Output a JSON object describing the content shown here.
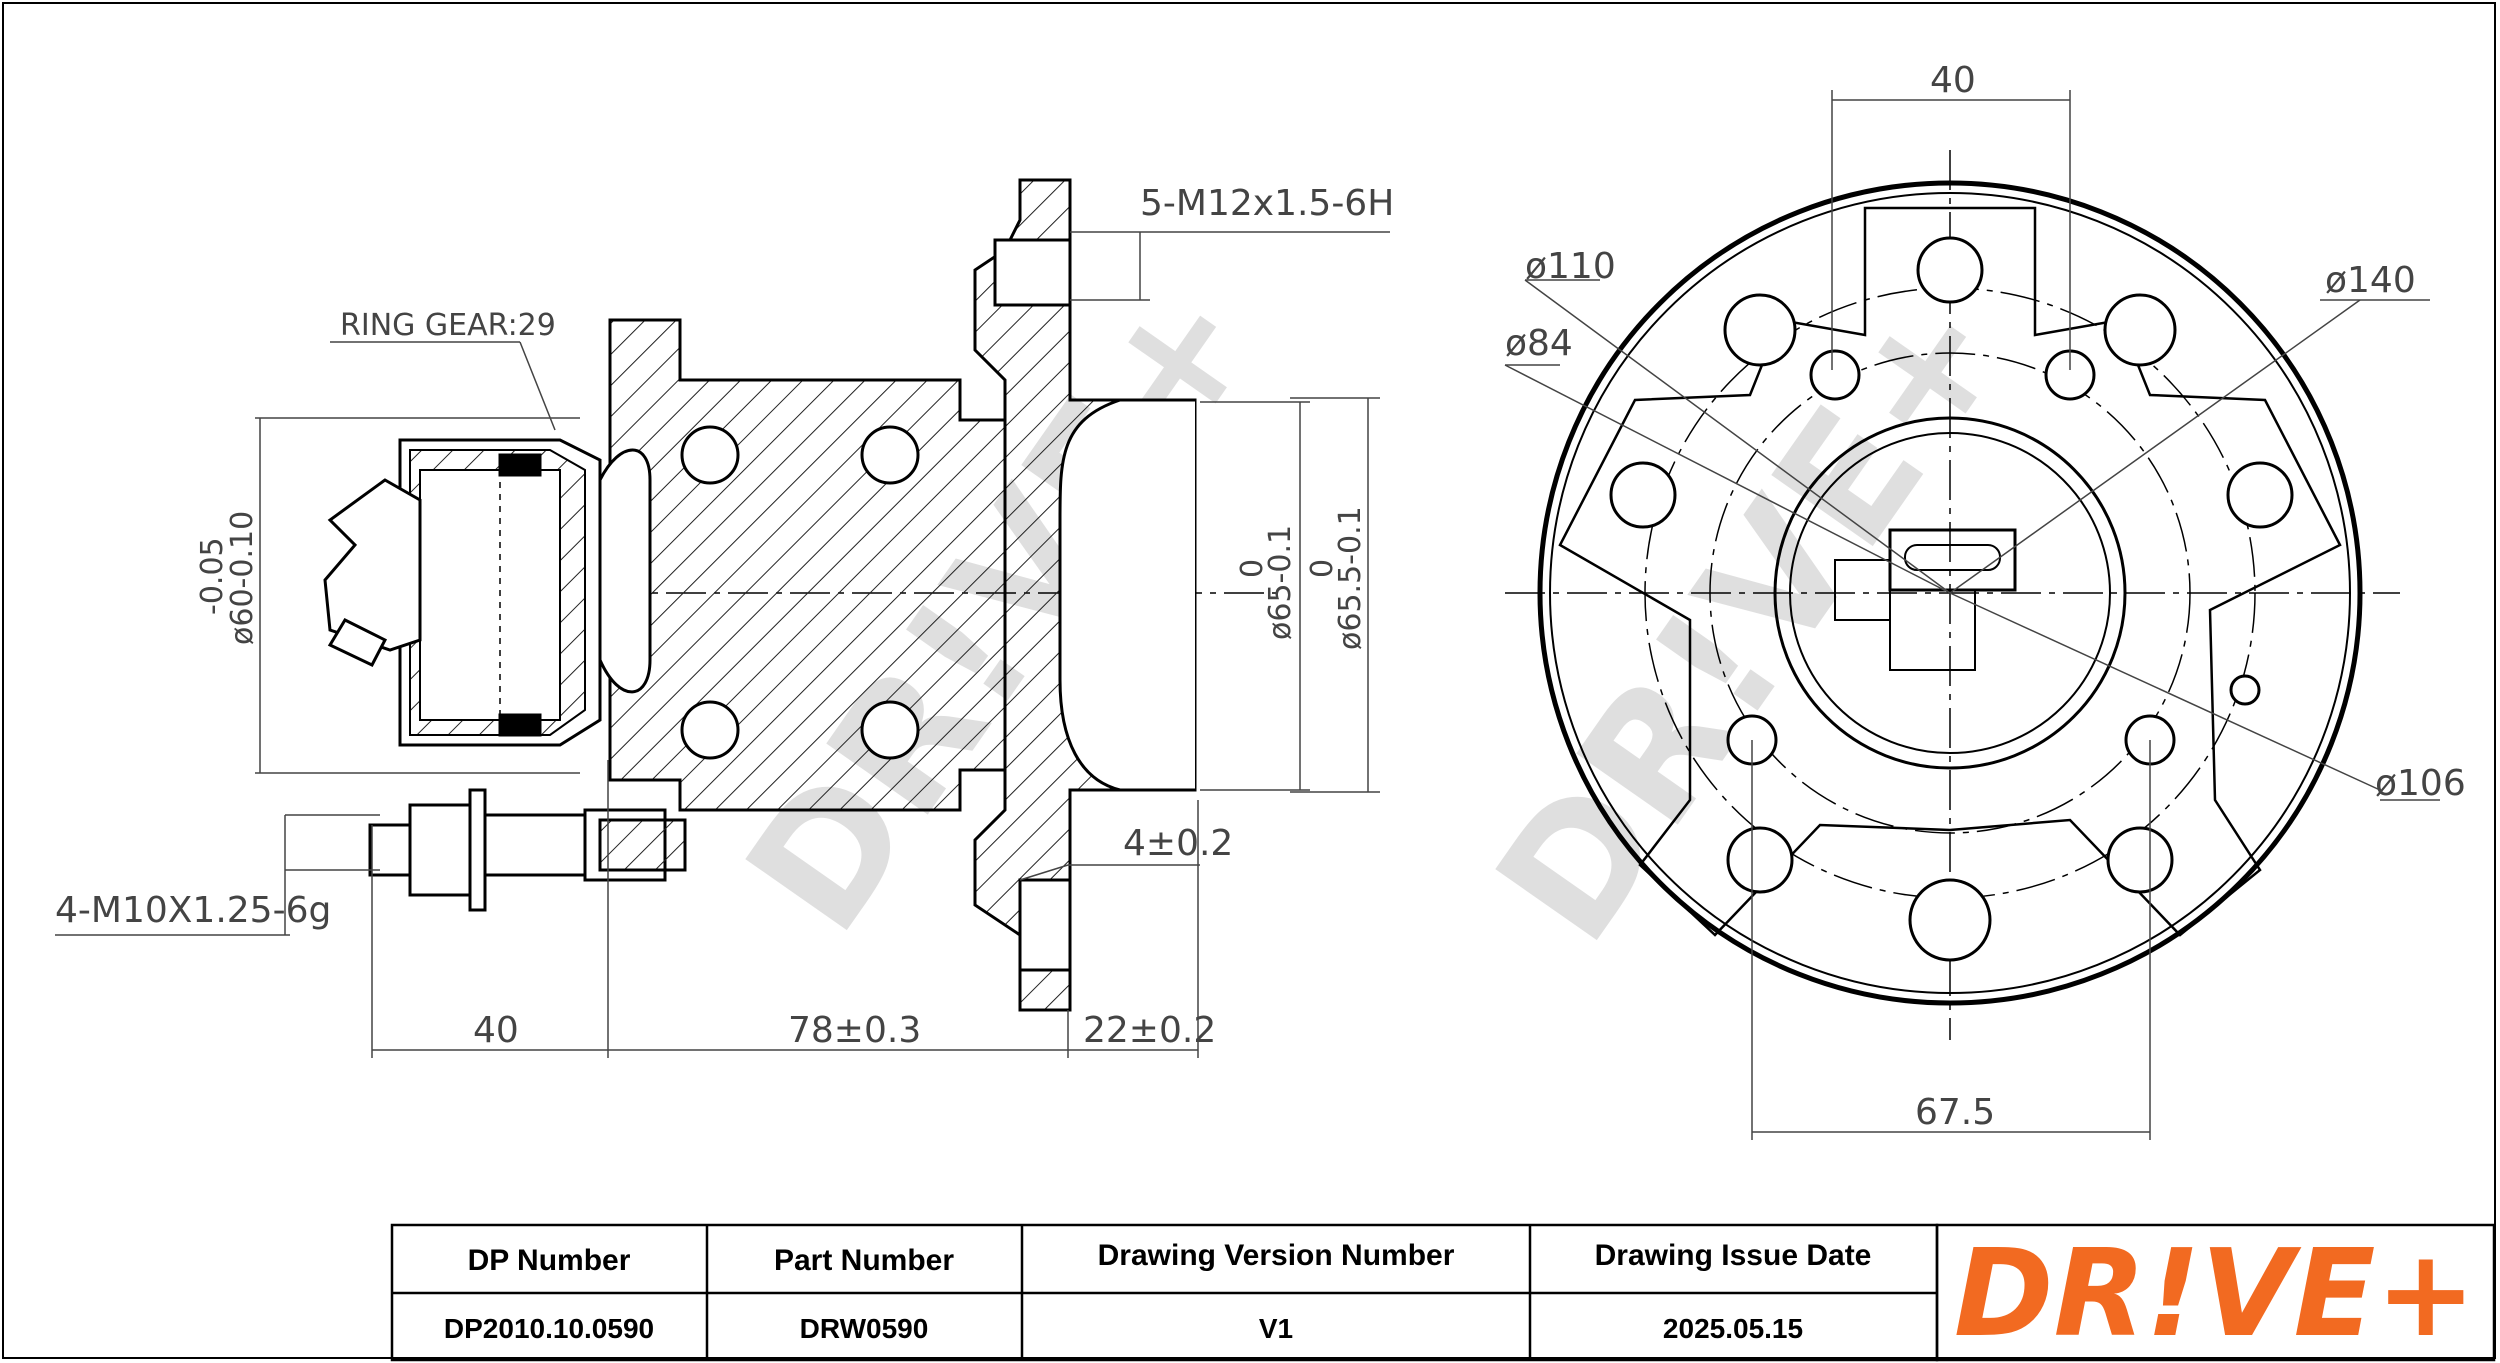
{
  "drawing": {
    "labels": {
      "thread_front": "5-M12x1.5-6H",
      "ring_gear": "RING GEAR:29",
      "bolts": "4-M10X1.25-6g",
      "dia_bore": "ø60-0.10",
      "dia_bore_tol": "-0.05",
      "dia_65": "ø65-0.1",
      "dia_65_tol": "0",
      "dia_655": "ø65.5-0.1",
      "dia_655_tol": "0",
      "dim_40_side": "40",
      "dim_78": "78±0.3",
      "dim_22": "22±0.2",
      "dim_4": "4±0.2",
      "dim_40_front": "40",
      "dia_110": "ø110",
      "dia_84": "ø84",
      "dia_140": "ø140",
      "dia_106": "ø106",
      "dim_675": "67.5"
    },
    "watermark": "DR!VE+"
  },
  "title_block": {
    "headers": [
      "DP Number",
      "Part Number",
      "Drawing Version Number",
      "Drawing Issue Date"
    ],
    "values": [
      "DP2010.10.0590",
      "DRW0590",
      "V1",
      "2025.05.15"
    ]
  },
  "brand": {
    "logo_text": "DR!VE+",
    "color": "#f26a21"
  }
}
